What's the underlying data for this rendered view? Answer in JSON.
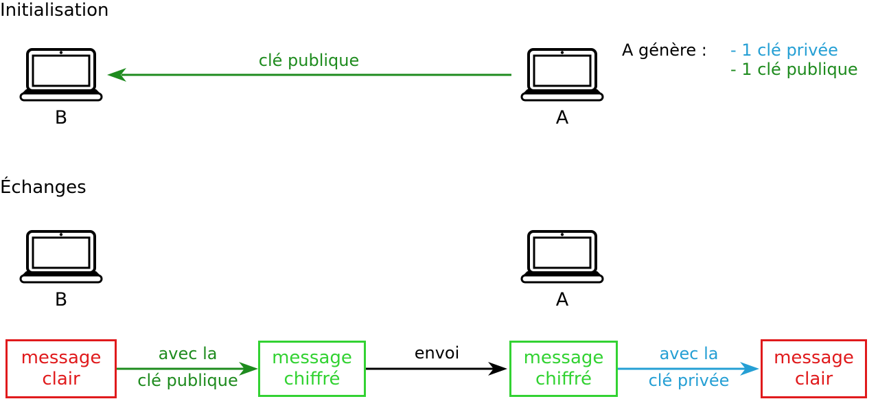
{
  "colors": {
    "dark_green": "#1e8b1e",
    "bright_green": "#32d232",
    "cyan": "#259fd4",
    "red": "#e01a1c",
    "black": "#000000"
  },
  "initialisation": {
    "title": "Initialisation",
    "laptop_b_label": "B",
    "laptop_a_label": "A",
    "arrow_label": "clé publique",
    "generates_prefix": "A génère :",
    "generates_item1": "- 1 clé privée",
    "generates_item2": "- 1 clé publique"
  },
  "echanges": {
    "title": "Échanges",
    "laptop_b_label": "B",
    "laptop_a_label": "A",
    "box1_line1": "message",
    "box1_line2": "clair",
    "arrow1_label_top": "avec la",
    "arrow1_label_bottom": "clé publique",
    "box2_line1": "message",
    "box2_line2": "chiffré",
    "arrow2_label": "envoi",
    "box3_line1": "message",
    "box3_line2": "chiffré",
    "arrow3_label_top": "avec la",
    "arrow3_label_bottom": "clé privée",
    "box4_line1": "message",
    "box4_line2": "clair"
  }
}
